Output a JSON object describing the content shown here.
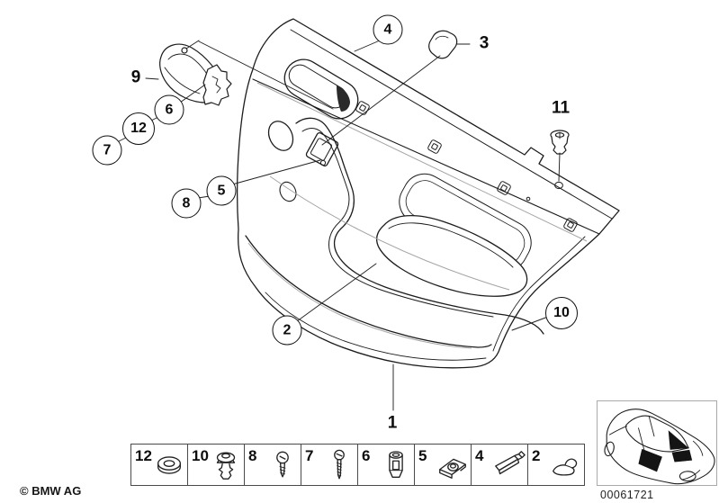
{
  "meta": {
    "copyright": "© BMW AG",
    "diagram_number": "00061721"
  },
  "callouts": {
    "c1": "1",
    "c2": "2",
    "c3": "3",
    "c4": "4",
    "c5": "5",
    "c6": "6",
    "c7": "7",
    "c8": "8",
    "c9": "9",
    "c10": "10",
    "c11": "11",
    "c12": "12"
  },
  "legend": {
    "items": [
      {
        "number": "12",
        "icon": "grommet-icon"
      },
      {
        "number": "10",
        "icon": "expanding-rivet-icon"
      },
      {
        "number": "8",
        "icon": "screw-short-icon"
      },
      {
        "number": "7",
        "icon": "screw-long-icon"
      },
      {
        "number": "6",
        "icon": "expansion-plug-icon"
      },
      {
        "number": "5",
        "icon": "speed-nut-icon"
      },
      {
        "number": "4",
        "icon": "clip-bracket-icon"
      },
      {
        "number": "2",
        "icon": "hook-clip-icon"
      }
    ]
  },
  "colors": {
    "line": "#1c1c1c",
    "background": "#ffffff"
  }
}
